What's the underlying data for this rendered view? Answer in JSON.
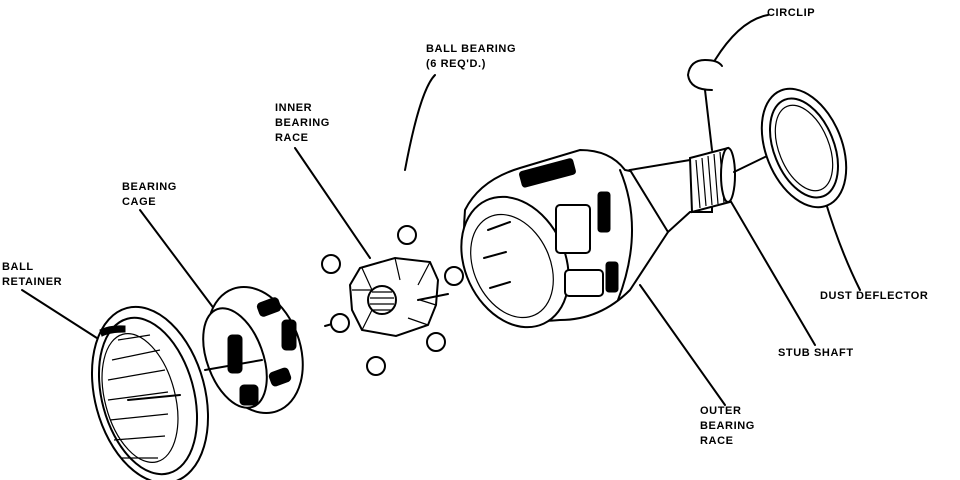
{
  "labels": {
    "circlip": "CIRCLIP",
    "ball_bearing_1": "BALL BEARING",
    "ball_bearing_2": "(6 REQ'D.)",
    "inner_race_1": "INNER",
    "inner_race_2": "BEARING",
    "inner_race_3": "RACE",
    "bearing_cage_1": "BEARING",
    "bearing_cage_2": "CAGE",
    "ball_retainer_1": "BALL",
    "ball_retainer_2": "RETAINER",
    "dust_deflector": "DUST DEFLECTOR",
    "stub_shaft": "STUB SHAFT",
    "outer_race_1": "OUTER",
    "outer_race_2": "BEARING",
    "outer_race_3": "RACE"
  },
  "colors": {
    "ink": "#000000",
    "paper": "#ffffff"
  }
}
